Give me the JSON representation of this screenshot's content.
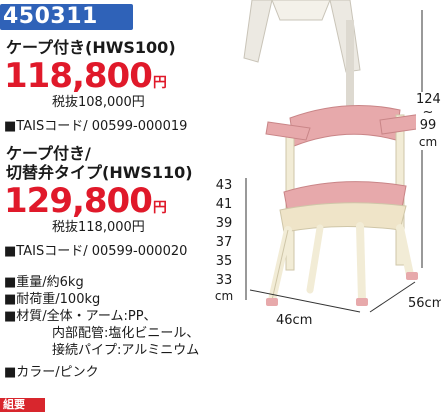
{
  "product_code": "450311",
  "variants": [
    {
      "name_lines": [
        "ケープ付き(HWS100)"
      ],
      "price": "118,800",
      "yen": "円",
      "tax_excluded": "税抜108,000円",
      "tais": "■TAISコード/ 00599-000019"
    },
    {
      "name_lines": [
        "ケープ付き/",
        "切替弁タイプ(HWS110)"
      ],
      "price": "129,800",
      "yen": "円",
      "tax_excluded": "税抜118,000円",
      "tais": "■TAISコード/ 00599-000020"
    }
  ],
  "specs": {
    "weight": "■重量/約6kg",
    "load": "■耐荷重/100kg",
    "material_1": "■材質/全体・アーム:PP、",
    "material_2": "内部配管:塩化ビニール、",
    "material_3": "接続パイプ:アルミニウム",
    "color": "■カラー/ピンク"
  },
  "dimensions": {
    "height_ticks": [
      "43",
      "41",
      "39",
      "37",
      "35",
      "33"
    ],
    "height_unit": "cm",
    "total_height_top": "124",
    "total_height_sep": "~",
    "total_height_bottom": "99",
    "total_height_unit": "cm",
    "width": "46cm",
    "depth": "56cm"
  },
  "badge": "組要",
  "colors": {
    "code_bg": "#2f62b8",
    "price": "#e0192a",
    "chair_pink": "#e7a9ab",
    "chair_frame": "#f2ecd6",
    "badge_bg": "#d8262d"
  }
}
